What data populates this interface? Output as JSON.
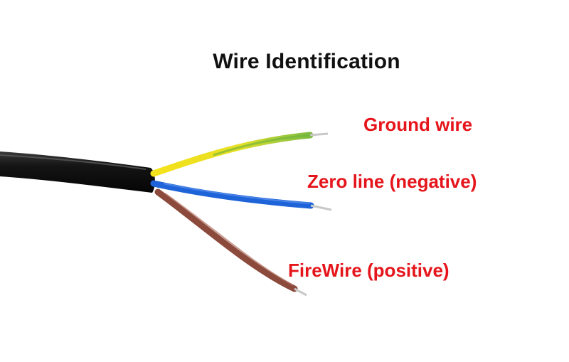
{
  "title": "Wire Identification",
  "labels": {
    "ground": "Ground wire",
    "zero": "Zero line (negative)",
    "fire": "FireWire (positive)"
  },
  "colors": {
    "label_text": "#e5151b",
    "title_text": "#111111",
    "cable_jacket": "#111111",
    "ground_wire_yellow": "#f2e21a",
    "ground_wire_green": "#7dbb3c",
    "zero_wire": "#1e64d8",
    "fire_wire": "#8b4a3c",
    "conductor": "#c8c8c8"
  },
  "icons": [
    "cable-jacket",
    "ground-wire",
    "zero-wire",
    "fire-wire"
  ]
}
